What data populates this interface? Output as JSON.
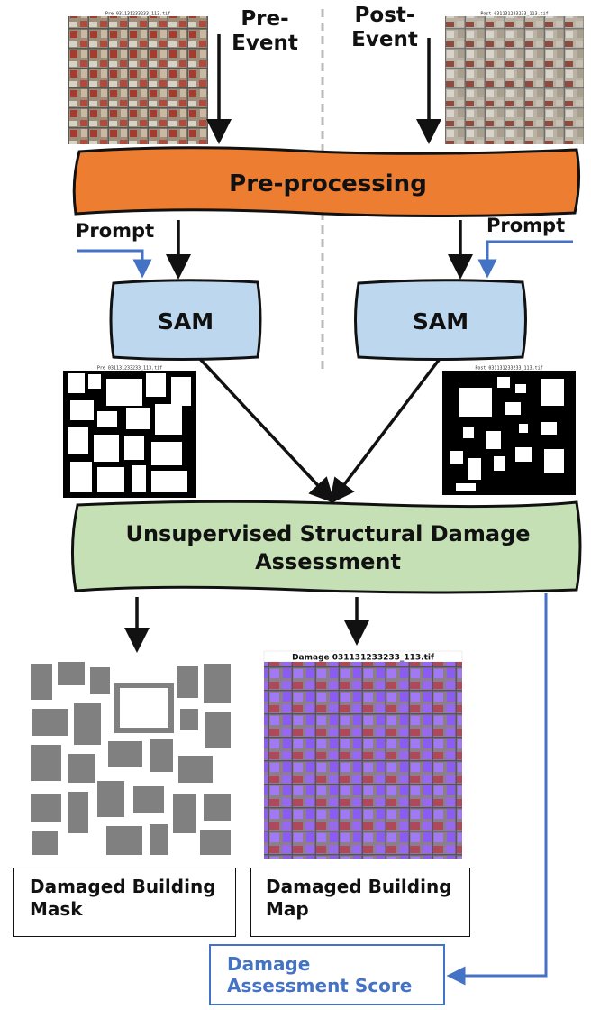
{
  "labels": {
    "pre_event": [
      "Pre-",
      "Event"
    ],
    "post_event": [
      "Post-",
      "Event"
    ],
    "prompt_left": "Prompt",
    "prompt_right": "Prompt"
  },
  "boxes": {
    "preprocessing": "Pre-processing",
    "sam_left": "SAM",
    "sam_right": "SAM",
    "assessment": [
      "Unsupervised Structural Damage",
      "Assessment"
    ]
  },
  "images": {
    "pre_title": "Pre 031131233233_113.tif",
    "post_title": "Post 031131233233_113.tif",
    "pre_mask_title": "Pre 031131233233_113.tif",
    "post_mask_title": "Post 031131233233_113.tif",
    "damage_map_title": "Damage 031131233233_113.tif"
  },
  "outputs": {
    "mask": [
      "Damaged Building",
      "Mask"
    ],
    "map": [
      "Damaged Building",
      "Map"
    ],
    "score": [
      "Damage",
      "Assessment Score"
    ]
  },
  "colors": {
    "preprocessing_fill": "#ed7d31",
    "sam_fill": "#bdd7ee",
    "assessment_fill": "#c5e0b4",
    "prompt_arrow": "#4472c4",
    "overlay_purple": "#8a5cf5",
    "mask_gray": "#808080"
  }
}
